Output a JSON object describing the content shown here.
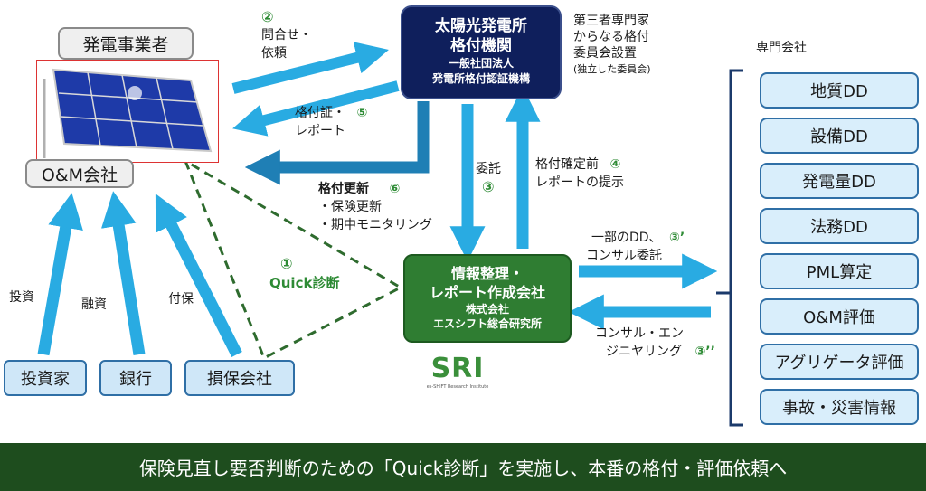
{
  "nodes": {
    "operator": "発電事業者",
    "om_company": "O&M会社",
    "investor": "投資家",
    "bank": "銀行",
    "insurer": "損保会社"
  },
  "rating_agency": {
    "title1": "太陽光発電所",
    "title2": "格付機関",
    "org1": "一般社団法人",
    "org2": "発電所格付認証機構"
  },
  "committee": {
    "line1": "第三者専門家",
    "line2": "からなる格付",
    "line3": "委員会設置",
    "line4": "(独立した委員会)"
  },
  "report_company": {
    "title1": "情報整理・",
    "title2": "レポート作成会社",
    "org1": "株式会社",
    "org2": "エスシフト総合研究所"
  },
  "logo": {
    "text": "SRI",
    "sub": "es-SHIFT Research Institute"
  },
  "experts": {
    "title": "専門会社",
    "items": [
      "地質DD",
      "設備DD",
      "発電量DD",
      "法務DD",
      "PML算定",
      "O&M評価",
      "アグリゲータ評価",
      "事故・災害情報"
    ]
  },
  "flows": {
    "f2_num": "②",
    "f2_l1": "問合せ・",
    "f2_l2": "依頼",
    "f5_l1": "格付証・",
    "f5_num": "⑤",
    "f5_l2": "レポート",
    "f3_label": "委託",
    "f3_num": "③",
    "f4_l1": "格付確定前",
    "f4_num": "④",
    "f4_l2": "レポートの提示",
    "f6_title": "格付更新",
    "f6_num": "⑥",
    "f6_item1": "・保険更新",
    "f6_item2": "・期中モニタリング",
    "f1_num": "①",
    "f1_label": "Quick診断",
    "f3a_l1": "一部のDD、",
    "f3a_num": "③’",
    "f3a_l2": "コンサル委託",
    "f3b_l1": "コンサル・エン",
    "f3b_l2": "ジニヤリング",
    "f3b_num": "③’’",
    "invest": "投資",
    "finance": "融資",
    "insure": "付保"
  },
  "banner": "保険見直し要否判断のための「Quick診断」を実施し、本番の格付・評価依頼へ",
  "colors": {
    "arrow_blue": "#29abe2",
    "arrow_steel": "#1f7fb5",
    "navy": "#0f1f5c",
    "green": "#2f7d32",
    "banner_green": "#1e4d1e",
    "dashed_green": "#2e6b2e"
  }
}
